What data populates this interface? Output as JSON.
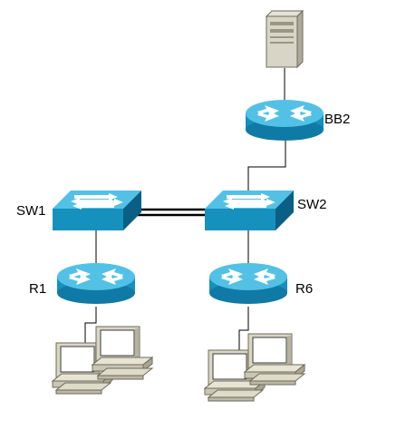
{
  "diagram": {
    "nodes": {
      "server": {
        "label": "",
        "icon": "server-icon"
      },
      "bb2": {
        "label": "BB2",
        "icon": "router-icon"
      },
      "sw1": {
        "label": "SW1",
        "icon": "switch-icon"
      },
      "sw2": {
        "label": "SW2",
        "icon": "switch-icon"
      },
      "r1": {
        "label": "R1",
        "icon": "router-icon"
      },
      "r6": {
        "label": "R6",
        "icon": "router-icon"
      },
      "pcs_left": {
        "label": "",
        "icon": "workstations-icon"
      },
      "pcs_right": {
        "label": "",
        "icon": "workstations-icon"
      }
    },
    "links": [
      {
        "from": "server",
        "to": "bb2",
        "type": "single"
      },
      {
        "from": "bb2",
        "to": "sw2",
        "type": "single"
      },
      {
        "from": "sw1",
        "to": "sw2",
        "type": "double"
      },
      {
        "from": "sw1",
        "to": "r1",
        "type": "single"
      },
      {
        "from": "sw2",
        "to": "r6",
        "type": "single"
      },
      {
        "from": "r1",
        "to": "pcs_left",
        "type": "single"
      },
      {
        "from": "r6",
        "to": "pcs_right",
        "type": "single"
      }
    ],
    "colors": {
      "device_top": "#52c1e5",
      "device_side": "#1690bd",
      "device_dark": "#0b5f86",
      "arrow": "#ffffff",
      "line": "#000000",
      "pc_beige": "#d9d6c3",
      "server_beige": "#d8d5c6"
    }
  }
}
